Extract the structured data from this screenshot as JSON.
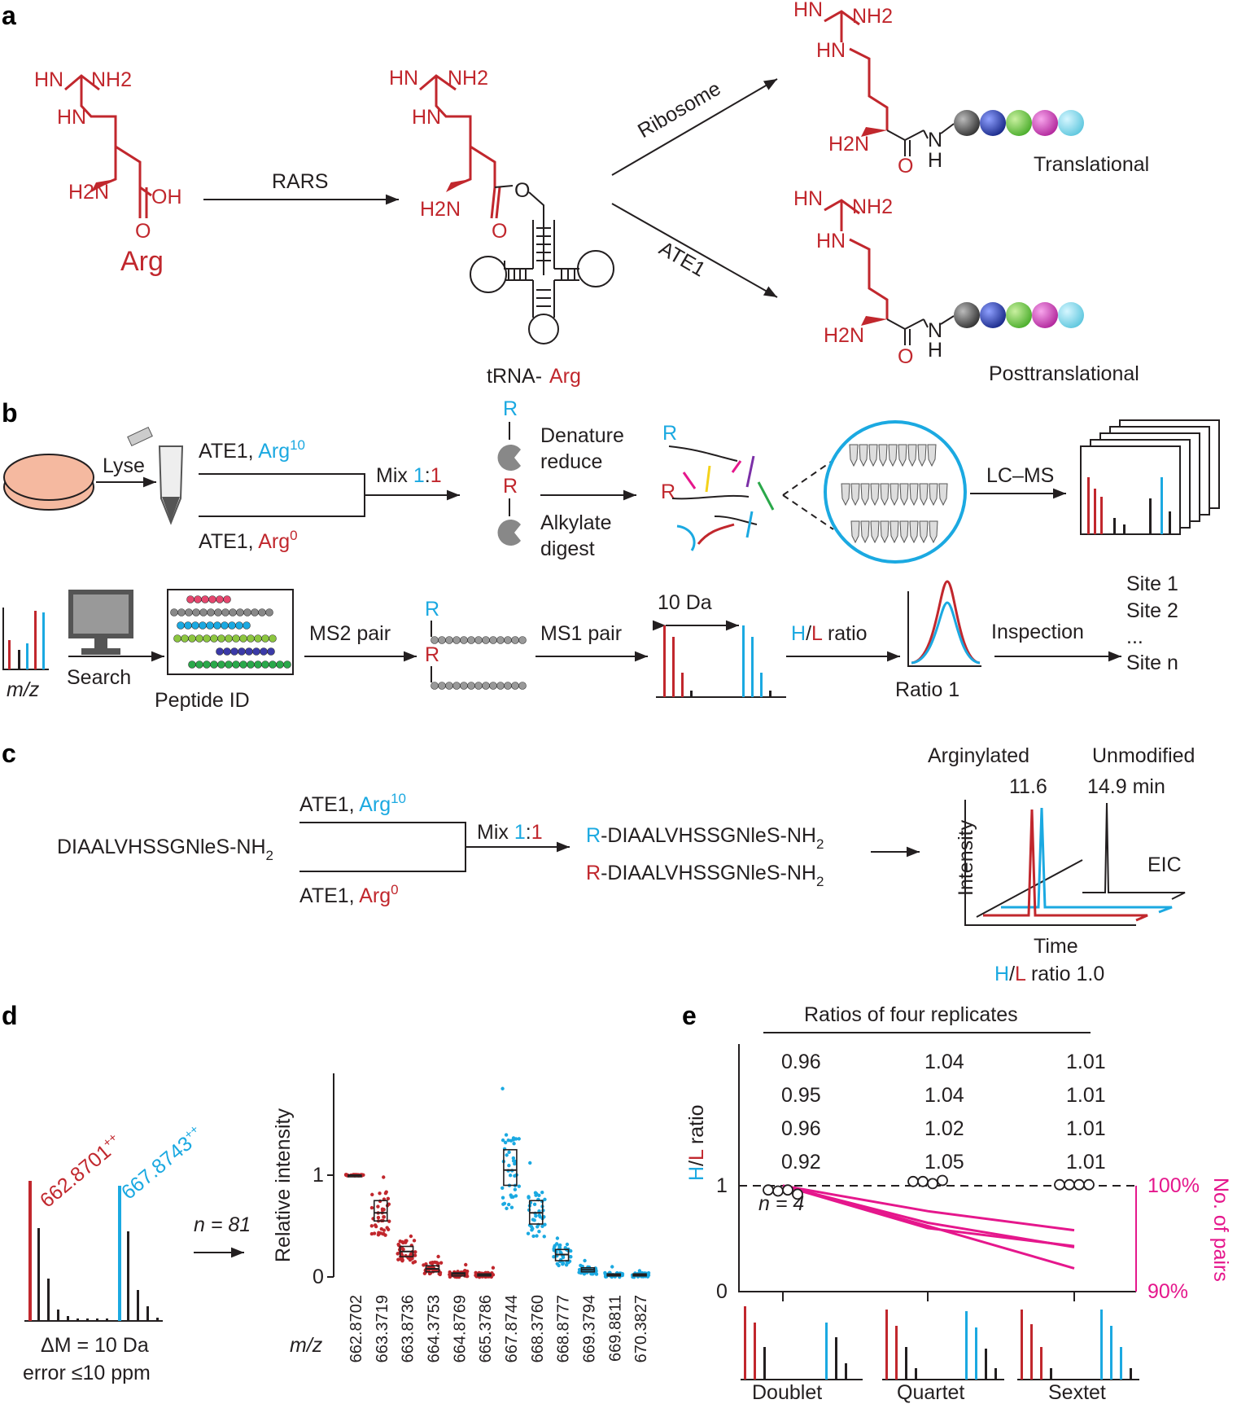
{
  "colors": {
    "red": "#c1272d",
    "blue": "#1ba9e1",
    "magenta": "#e5178c",
    "black": "#231f20"
  },
  "panel_a": {
    "label": "a",
    "arg": {
      "hn": "HN",
      "nh2": "NH2",
      "hn2": "HN",
      "h2n": "H2N",
      "oh": "OH",
      "o": "O",
      "name": "Arg"
    },
    "rars": "RARS",
    "trna_label_prefix": "tRNA-",
    "trna_label_arg": "Arg",
    "trna_o": "O",
    "ribosome": "Ribosome",
    "ate1": "ATE1",
    "translational": "Translational",
    "posttranslational": "Posttranslational",
    "nh": "N",
    "h": "H"
  },
  "panel_b": {
    "label": "b",
    "lyse": "Lyse",
    "top_branch": {
      "prefix": "ATE1, ",
      "arg": "Arg",
      "sup": "10"
    },
    "bottom_branch": {
      "prefix": "ATE1, ",
      "arg": "Arg",
      "sup": "0"
    },
    "mix": {
      "prefix": "Mix ",
      "a": "1",
      "colon": ":",
      "b": "1"
    },
    "denature": "Denature",
    "reduce": "reduce",
    "alkylate": "Alkylate",
    "digest": "digest",
    "r": "R",
    "lcms": "LC–MS",
    "mz": "m/z",
    "search": "Search",
    "peptide_id": "Peptide ID",
    "ms2": "MS2 pair",
    "ms1": "MS1 pair",
    "da10": "10 Da",
    "hl_ratio": {
      "h": "H",
      "slash": "/",
      "l": "L",
      "rest": " ratio"
    },
    "ratio1": "Ratio 1",
    "inspection": "Inspection",
    "sites": [
      "Site 1",
      "Site 2",
      "...",
      "Site n"
    ]
  },
  "panel_c": {
    "label": "c",
    "peptide": "DIAALVHSSGNleS-NH",
    "sub2": "2",
    "top_branch": {
      "prefix": "ATE1, ",
      "arg": "Arg",
      "sup": "10"
    },
    "bottom_branch": {
      "prefix": "ATE1, ",
      "arg": "Arg",
      "sup": "0"
    },
    "mix": {
      "prefix": "Mix ",
      "a": "1",
      "colon": ":",
      "b": "1"
    },
    "product_r": "R",
    "product": "-DIAALVHSSGNleS-NH",
    "arginylated": "Arginylated",
    "unmodified": "Unmodified",
    "t1": "11.6",
    "t2": "14.9 min",
    "intensity": "Intensity",
    "eic": "EIC",
    "time": "Time",
    "ratio": {
      "h": "H",
      "slash": "/",
      "l": "L",
      "rest": " ratio 1.0"
    }
  },
  "panel_d": {
    "label": "d",
    "mz_left": "662.8701",
    "mz_right": "667.8743",
    "charge": "++",
    "n": "n = 81",
    "delta_m": "ΔM = 10 Da",
    "error": "error ≤10 ppm",
    "mz_label": "m/z"
  },
  "chart_data": [
    {
      "type": "box",
      "ylabel": "Relative intensity",
      "xlabel": "m/z",
      "yticks": [
        0,
        1
      ],
      "categories": [
        "662.8702",
        "663.3719",
        "663.8736",
        "664.3753",
        "664.8769",
        "665.3786",
        "667.8744",
        "668.3760",
        "668.8777",
        "669.3794",
        "669.8811",
        "670.3827"
      ],
      "series": [
        {
          "values_median": [
            1.0,
            0.63,
            0.25,
            0.08,
            0.03,
            0.02
          ],
          "categories_count": 6
        },
        {
          "values_median": [
            1.05,
            0.63,
            0.22,
            0.07,
            0.02,
            0.02
          ],
          "categories_count": 6
        }
      ],
      "q1": [
        1.0,
        0.55,
        0.2,
        0.05,
        0.01,
        0.01,
        0.9,
        0.52,
        0.16,
        0.05,
        0.01,
        0.01
      ],
      "q3": [
        1.0,
        0.75,
        0.3,
        0.11,
        0.04,
        0.03,
        1.25,
        0.75,
        0.27,
        0.09,
        0.03,
        0.03
      ],
      "max": [
        1.0,
        0.98,
        0.4,
        0.2,
        0.12,
        0.09,
        1.85,
        1.12,
        0.38,
        0.16,
        0.1,
        0.06
      ]
    },
    {
      "type": "line",
      "title": "Ratios of four replicates",
      "ylabel": "H/L ratio",
      "y2label": "No. of pairs",
      "categories": [
        "Doublet",
        "Quartet",
        "Sextet"
      ],
      "ratios": [
        [
          "0.96",
          "1.04",
          "1.01"
        ],
        [
          "0.95",
          "1.04",
          "1.01"
        ],
        [
          "0.96",
          "1.02",
          "1.01"
        ],
        [
          "0.92",
          "1.05",
          "1.01"
        ]
      ],
      "hl_points": [
        [
          0.96,
          0.95,
          0.96,
          0.92
        ],
        [
          1.04,
          1.04,
          1.02,
          1.05
        ],
        [
          1.01,
          1.01,
          1.01,
          1.01
        ]
      ],
      "pairs_pct": [
        [
          100,
          97.6,
          95.8
        ],
        [
          100,
          96.5,
          94.2
        ],
        [
          100,
          96.0,
          94.3
        ],
        [
          100,
          96.2,
          92.2
        ]
      ],
      "yticks": [
        "0",
        "1"
      ],
      "y2ticks": [
        "90%",
        "100%"
      ],
      "n": "n = 4"
    }
  ],
  "panel_e": {
    "label": "e",
    "hl": {
      "h": "H",
      "slash": "/",
      "l": "L",
      "rest": " ratio"
    }
  }
}
